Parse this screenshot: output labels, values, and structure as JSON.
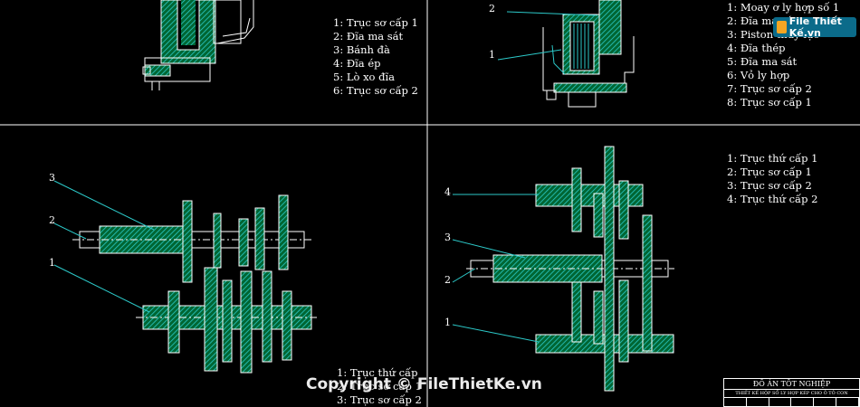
{
  "panels": {
    "top_left": {
      "legend": [
        "1: Trục sơ cấp 1",
        "2: Đĩa ma sát",
        "3: Bánh đà",
        "4: Đĩa ép",
        "5: Lò xo đĩa",
        "6: Trục sơ cấp 2"
      ]
    },
    "top_right": {
      "legend": [
        "1: Moay ơ ly hợp số 1",
        "2: Đĩa ma sát",
        "3: Piston thủy lực",
        "4: Đĩa thép",
        "5: Đĩa ma sát",
        "6: Vỏ ly hợp",
        "7: Trục sơ cấp 2",
        "8: Trục sơ cấp 1"
      ],
      "callouts": [
        "2",
        "1"
      ]
    },
    "bottom_left": {
      "legend": [
        "1: Trục thứ cấp",
        "2: Trục sơ cấp 1",
        "3: Trục sơ cấp 2"
      ],
      "callouts": [
        "3",
        "2",
        "1"
      ]
    },
    "bottom_right": {
      "legend": [
        "1: Trục thứ cấp 1",
        "2: Trục sơ cấp 1",
        "3: Trục sơ cấp 2",
        "4: Trục thứ cấp 2"
      ],
      "callouts": [
        "4",
        "3",
        "2",
        "1"
      ]
    }
  },
  "watermark": {
    "logo_text": "File Thiết Kế.vn",
    "copyright": "Copyright © FileThietKe.vn"
  },
  "title_block": {
    "title": "ĐỒ ÁN TỐT NGHIỆP",
    "subtitle": "THIẾT KẾ HỘP SỐ LY HỢP KÉP CHO Ô TÔ CON"
  },
  "colors": {
    "background": "#000000",
    "lines": "#ffffff",
    "hatch": "#26c6c6"
  }
}
